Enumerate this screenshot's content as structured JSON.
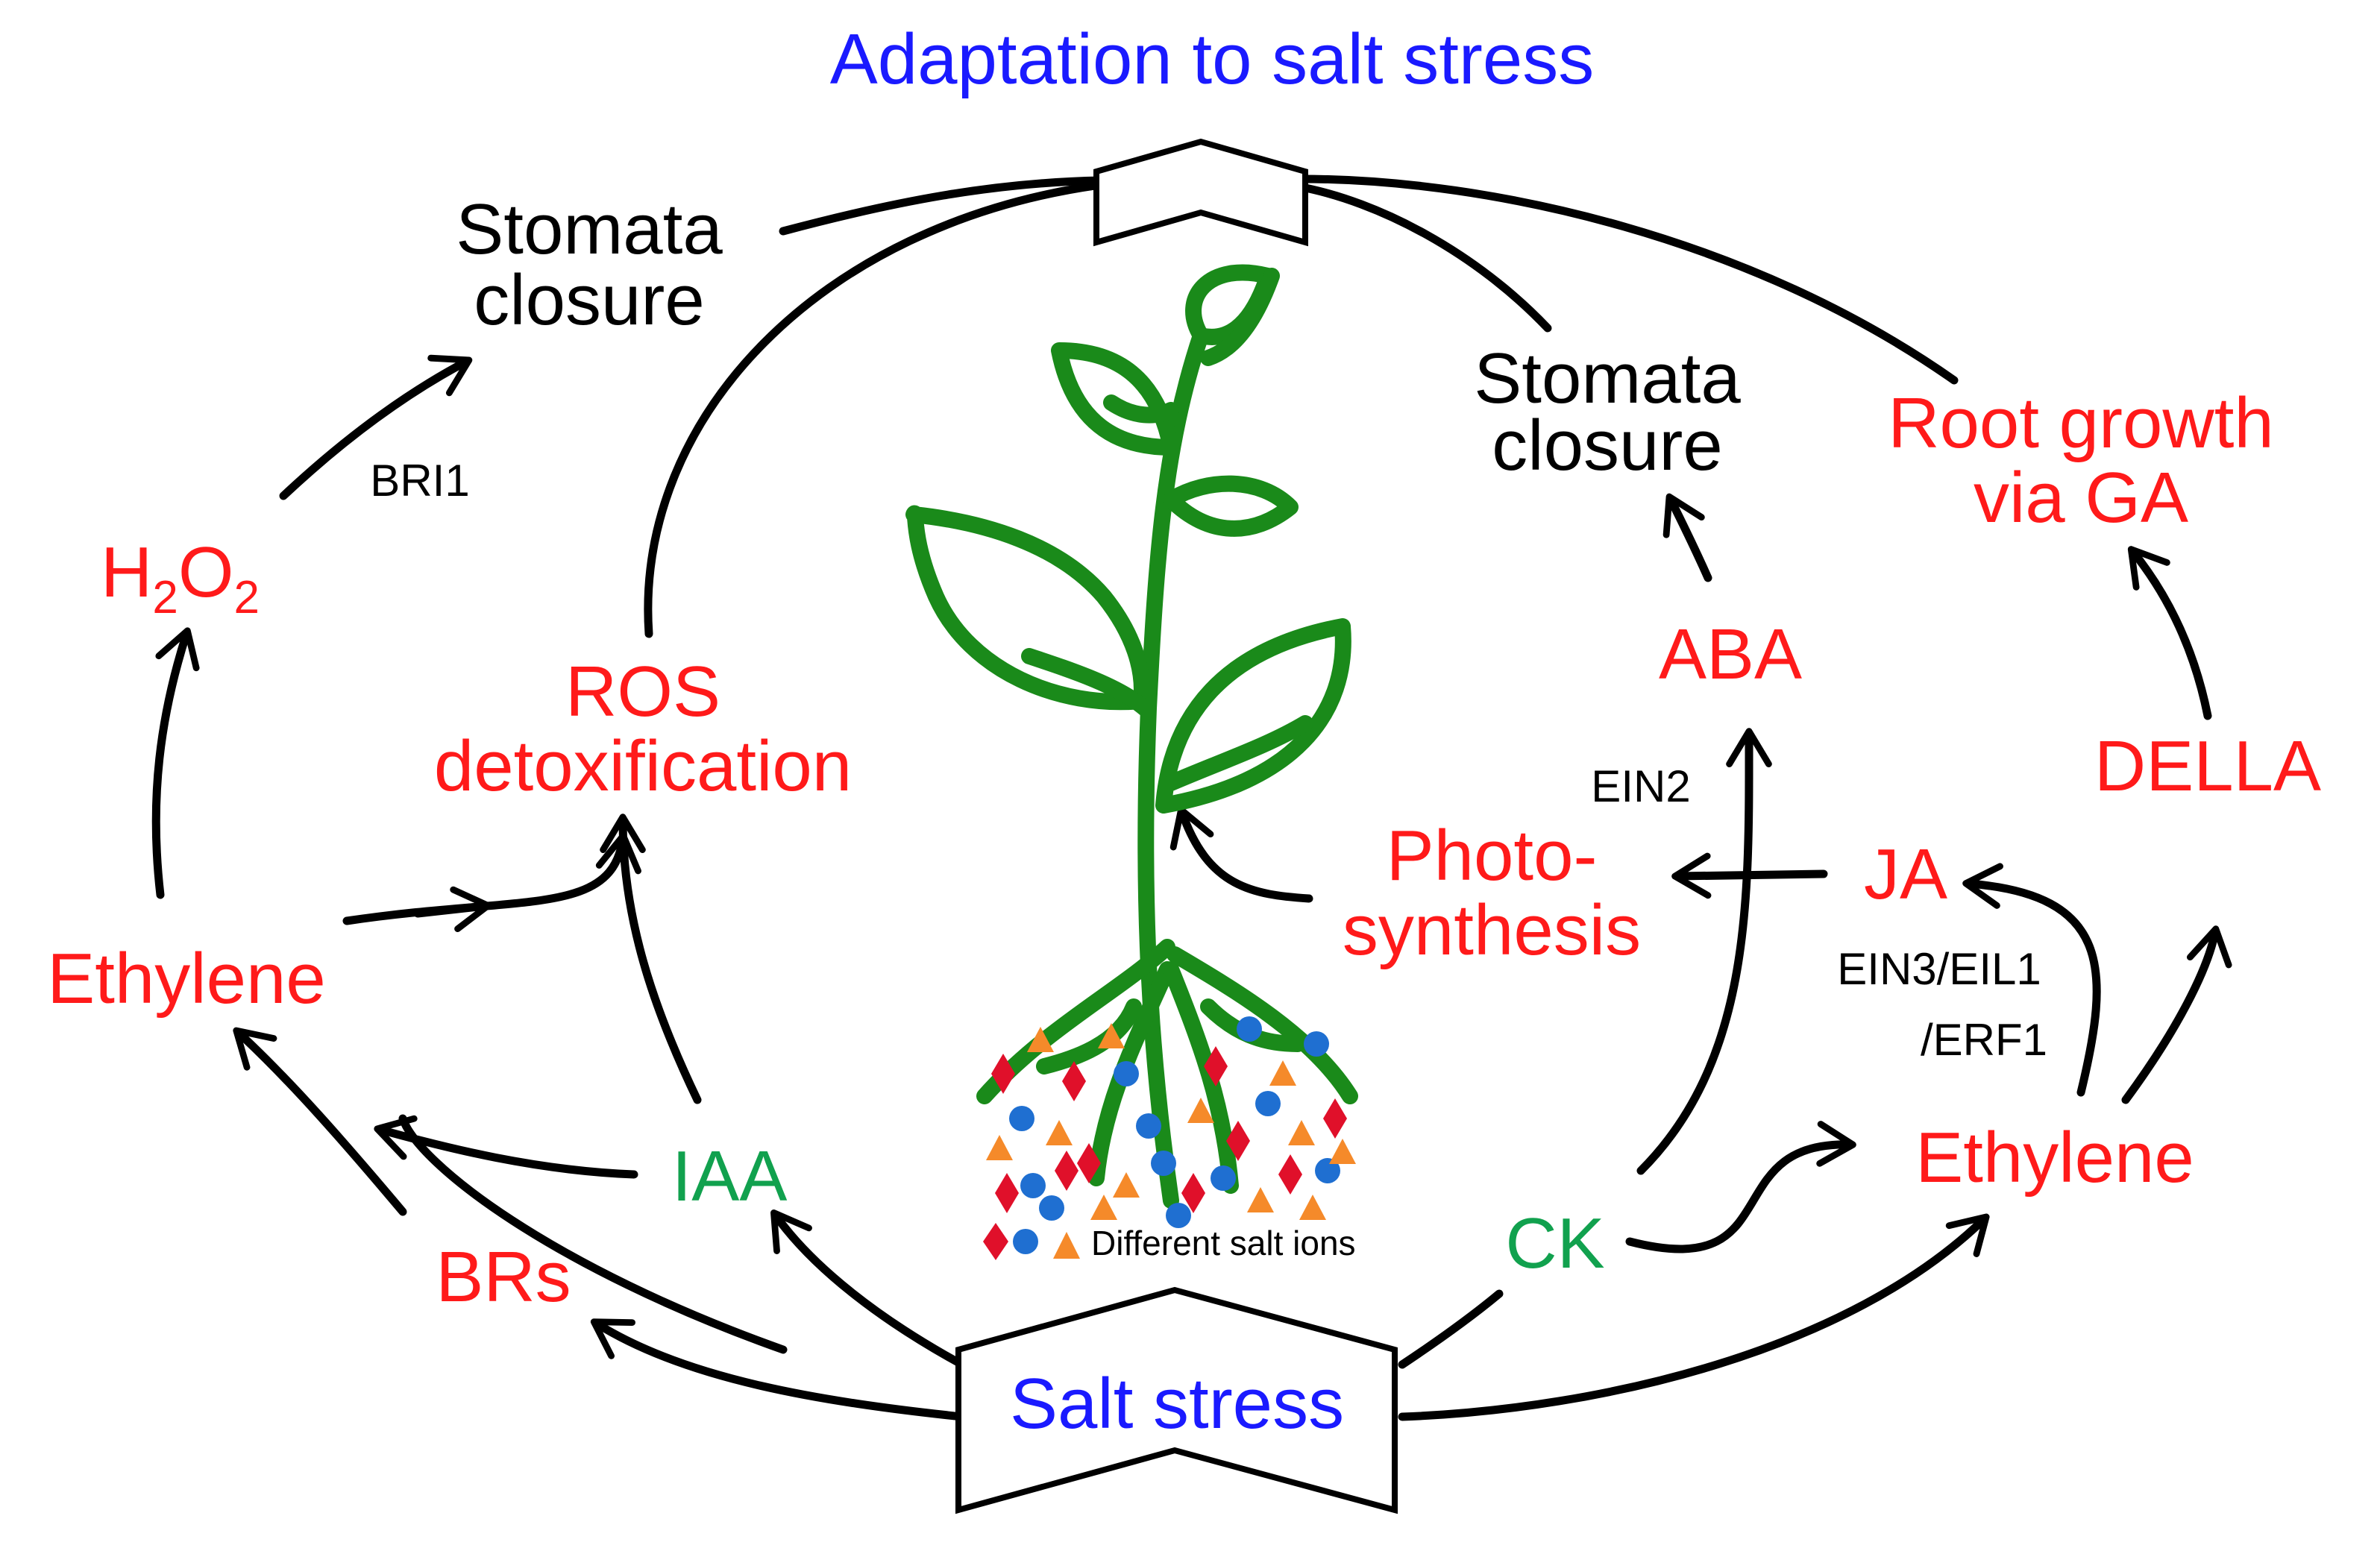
{
  "colors": {
    "red": "#ff1a1a",
    "green": "#11a14e",
    "blue": "#1a1aff",
    "black": "#000000",
    "plant": "#1a8a1a",
    "ion_red": "#e0102a",
    "ion_blue": "#1f6fd1",
    "ion_orange": "#f58a2a"
  },
  "title": "Adaptation to salt stress",
  "source": "Salt stress",
  "legend": "Different salt ions",
  "nodes": {
    "stomata_left_1": "Stomata",
    "stomata_left_2": "closure",
    "h2o2_h": "H",
    "h2o2_2a": "2",
    "h2o2_o": "O",
    "h2o2_2b": "2",
    "ros_1": "ROS",
    "ros_2": "detoxification",
    "ethylene_left": "Ethylene",
    "iaa": "IAA",
    "brs": "BRs",
    "stomata_right_1": "Stomata",
    "stomata_right_2": "closure",
    "aba": "ABA",
    "photo_1": "Photo-",
    "photo_2": "synthesis",
    "ck": "CK",
    "ja": "JA",
    "ethylene_right": "Ethylene",
    "root_1": "Root growth",
    "root_2": "via GA",
    "della": "DELLA"
  },
  "edge_labels": {
    "bri1": "BRI1",
    "ein2": "EIN2",
    "ein3_1": "EIN3/EIL1",
    "ein3_2": "/ERF1"
  }
}
